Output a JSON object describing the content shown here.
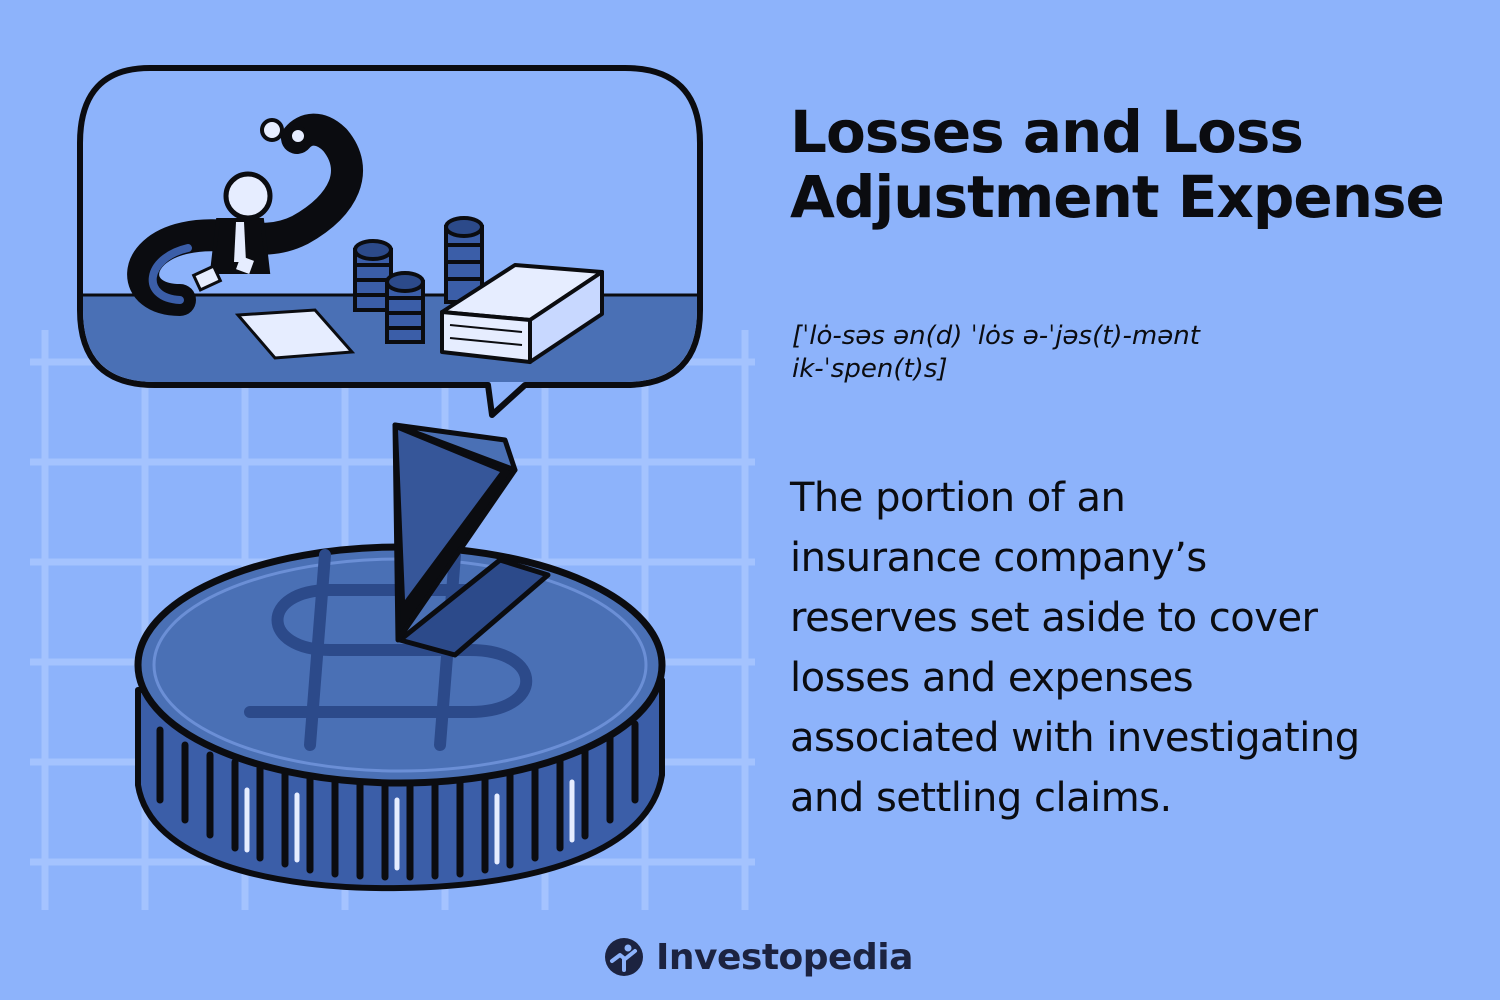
{
  "infographic": {
    "title_lines": [
      "Losses and Loss",
      "Adjustment Expense"
    ],
    "pronunciation_lines": [
      "[ˈlȯ-səs ən(d) ˈlȯs ə-ˈjəs(t)-mənt",
      "ik-ˈspen(t)s]"
    ],
    "definition_lines": [
      "The portion of an",
      "insurance company’s",
      "reserves set aside to cover",
      "losses and expenses",
      "associated with investigating",
      "and settling claims."
    ]
  },
  "brand": {
    "name": "Investopedia",
    "logo_icon": "investopedia-logo-icon"
  },
  "illustration": {
    "subject": "coin-with-missing-slice",
    "speech_bubble_scene": "worker-at-desk-with-coin-stacks"
  },
  "colors": {
    "background": "#8db3fb",
    "ink": "#0b0c10",
    "coin_fill": "#4a70b5",
    "coin_light": "#7fa3e6",
    "paper": "#e6edff",
    "grid": "#a9c6ff",
    "brand_text": "#1c2340"
  }
}
